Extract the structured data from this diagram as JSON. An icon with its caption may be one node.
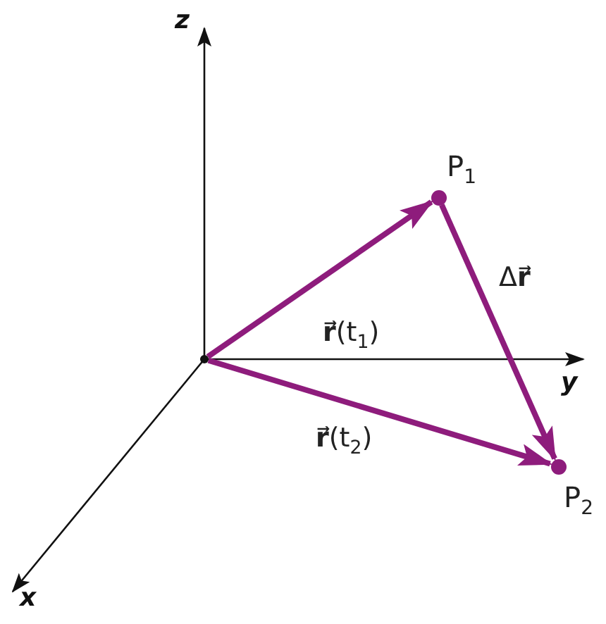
{
  "diagram": {
    "nodes": [
      {
        "text": [],
        "shape": "point"
      },
      {
        "text": [
          "P$_{1}$"
        ]
      },
      {
        "text": [
          "P$_{2}$"
        ]
      }
    ],
    "edges": [
      {
        "from": 0,
        "to": 1,
        "arrow": "to",
        "label": "**r⃗**(t$_{1}$)"
      },
      {
        "from": 0,
        "to": 2,
        "arrow": "to",
        "label": "**r⃗**(t$_{2}$)"
      },
      {
        "from": 1,
        "to": 2,
        "arrow": "to",
        "label": "Δ**r⃗**"
      }
    ],
    "labels": [
      "z",
      "y",
      "x"
    ]
  }
}
